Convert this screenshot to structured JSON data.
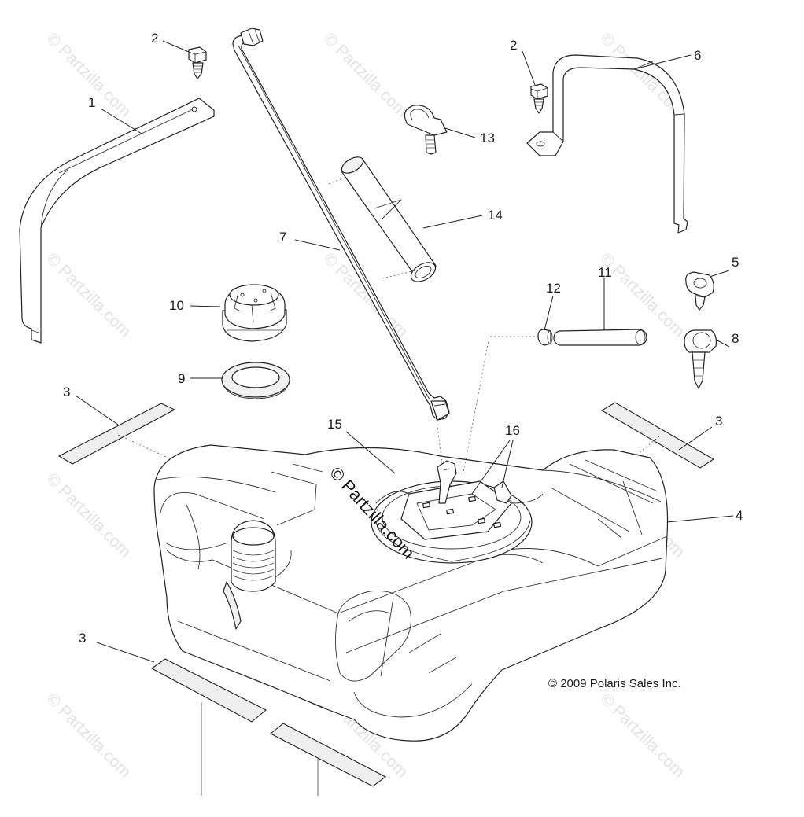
{
  "watermark": "© Partzilla.com",
  "copyright": "© 2009 Polaris Sales Inc.",
  "callouts": {
    "c1": "1",
    "c2a": "2",
    "c2b": "2",
    "c3a": "3",
    "c3b": "3",
    "c3c": "3",
    "c4": "4",
    "c5": "5",
    "c6": "6",
    "c7": "7",
    "c8": "8",
    "c9": "9",
    "c10": "10",
    "c11": "11",
    "c12": "12",
    "c13": "13",
    "c14": "14",
    "c15": "15",
    "c16": "16"
  }
}
